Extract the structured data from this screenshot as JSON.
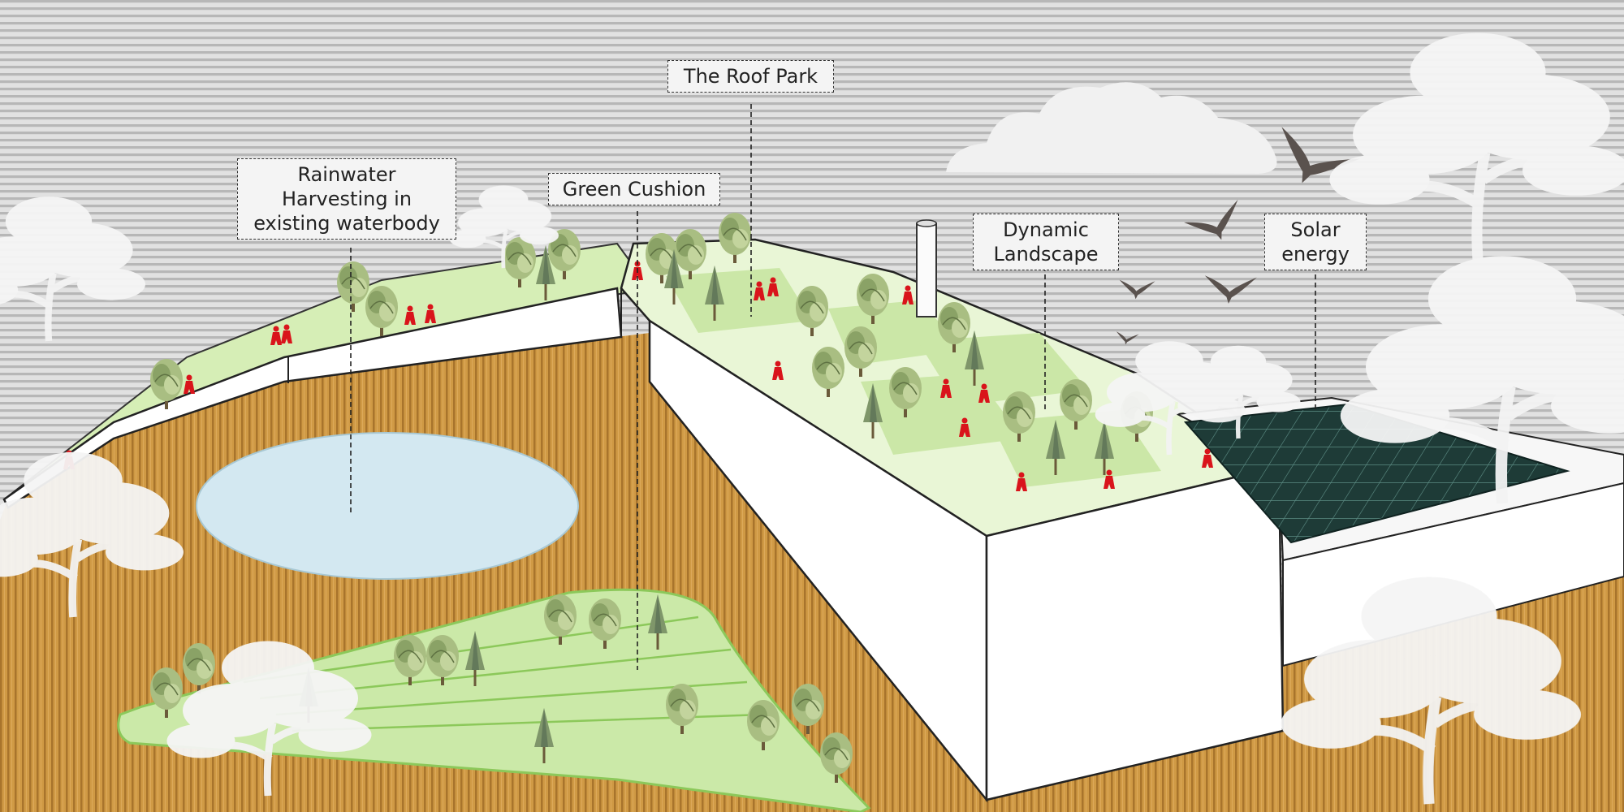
{
  "labels": {
    "rainwater": "Rainwater\nHarvesting in\nexisting waterbody",
    "green_cushion": "Green Cushion",
    "roof_park": "The Roof Park",
    "dynamic_landscape": "Dynamic\nLandscape",
    "solar_energy": "Solar\nenergy"
  },
  "colors": {
    "sky_stripe": "#b9b9b9",
    "sky_base": "#dedede",
    "ground": "#c8913f",
    "roof_green": "#d8efb8",
    "lawn_green": "#c9eaa8",
    "water": "#d3e8f1",
    "solar_panel": "#1f3b38",
    "people_red": "#d9141b",
    "bird": "#5a524e"
  },
  "icons": [
    "tree-icon",
    "person-icon",
    "bird-icon",
    "cloud-icon",
    "chimney-icon"
  ]
}
